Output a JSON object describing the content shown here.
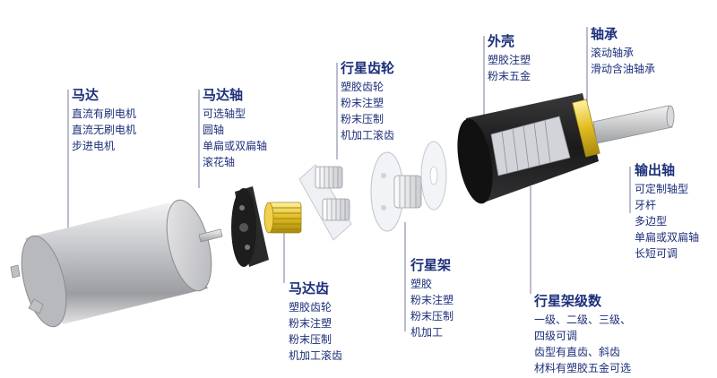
{
  "labels": {
    "motor": {
      "title": "马达",
      "lines": [
        "直流有刷电机",
        "直流无刷电机",
        "步进电机"
      ]
    },
    "motor_shaft": {
      "title": "马达轴",
      "lines": [
        "可选轴型",
        "圆轴",
        "单扁或双扁轴",
        "滚花轴"
      ]
    },
    "motor_gear": {
      "title": "马达齿",
      "lines": [
        "塑胶齿轮",
        "粉末注塑",
        "粉末压制",
        "机加工滚齿"
      ]
    },
    "planet_gear": {
      "title": "行星齿轮",
      "lines": [
        "塑胶齿轮",
        "粉末注塑",
        "粉末压制",
        "机加工滚齿"
      ]
    },
    "planet_carrier": {
      "title": "行星架",
      "lines": [
        "塑胶",
        "粉末注塑",
        "粉末压制",
        "机加工"
      ]
    },
    "stages": {
      "title": "行星架级数",
      "lines": [
        "一级、二级、三级、",
        "四级可调",
        "齿型有直齿、斜齿",
        "材料有塑胶五金可选"
      ]
    },
    "housing": {
      "title": "外壳",
      "lines": [
        "塑胶注塑",
        "粉末五金"
      ]
    },
    "bearing": {
      "title": "轴承",
      "lines": [
        "滚动轴承",
        "滑动含油轴承"
      ]
    },
    "output_shaft": {
      "title": "输出轴",
      "lines": [
        "可定制轴型",
        "牙杆",
        "多边型",
        "单扁或双扁轴",
        "长短可调"
      ]
    }
  },
  "colors": {
    "label_text": "#1c2f7a",
    "leader_line": "#7a7aa0",
    "gear_brass": "#d8b51a"
  }
}
